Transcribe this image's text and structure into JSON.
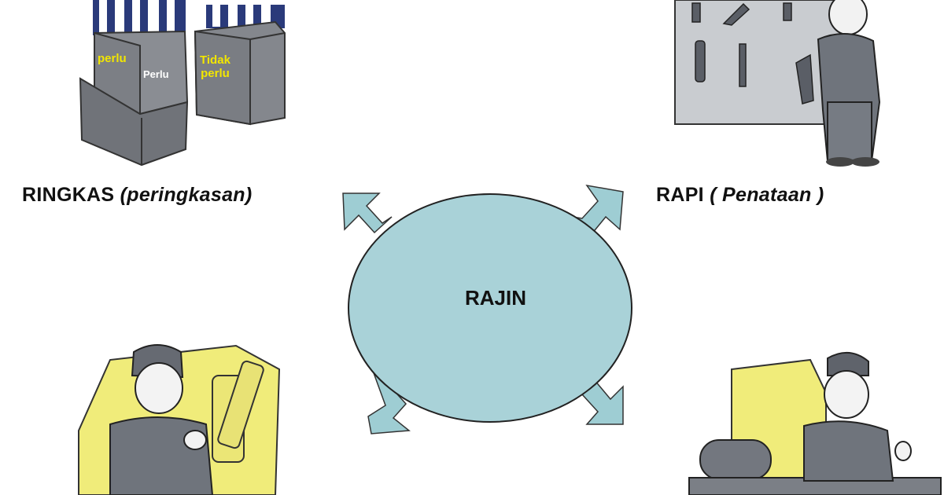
{
  "diagram": {
    "center": {
      "label": "RAJIN"
    },
    "top_left": {
      "main": "RINGKAS",
      "sub": "(peringkasan)"
    },
    "top_right": {
      "main": "RAPI",
      "sub": "( Penataan )"
    },
    "box_labels": {
      "front_box": "perlu",
      "front_box_brand": "Perlu",
      "back_box_line1": "Tidak",
      "back_box_line2": "perlu"
    }
  },
  "colors": {
    "ellipse_fill": "#a9d2d8",
    "arrow_fill": "#9ecdd3",
    "machine_yellow": "#f0ec7a",
    "worker_gray": "#6f747c",
    "box_gray": "#7d8086",
    "label_yellow": "#f2e600"
  }
}
